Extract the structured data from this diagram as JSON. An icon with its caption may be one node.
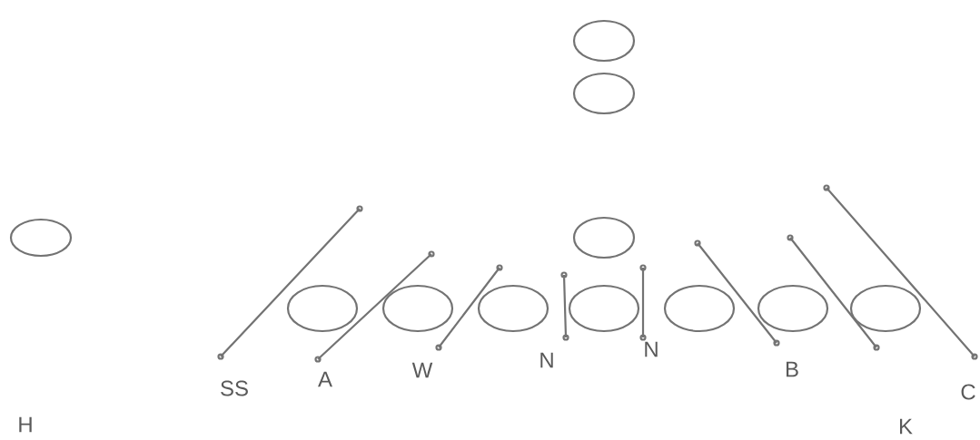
{
  "diagram": {
    "nodes": [
      {
        "text": [],
        "shape": "ellipse"
      },
      {
        "text": [],
        "shape": "ellipse"
      },
      {
        "text": [],
        "shape": "ellipse"
      },
      {
        "text": [],
        "shape": "ellipse"
      },
      {
        "text": [],
        "shape": "ellipse"
      },
      {
        "text": [],
        "shape": "ellipse"
      },
      {
        "text": [],
        "shape": "ellipse"
      },
      {
        "text": [],
        "shape": "ellipse"
      },
      {
        "text": [],
        "shape": "ellipse"
      },
      {
        "text": [],
        "shape": "ellipse"
      },
      {
        "text": [],
        "shape": "ellipse"
      }
    ],
    "labels": [
      "SS",
      "A",
      "W",
      "N",
      "N",
      "B",
      "C",
      "H",
      "K"
    ]
  }
}
